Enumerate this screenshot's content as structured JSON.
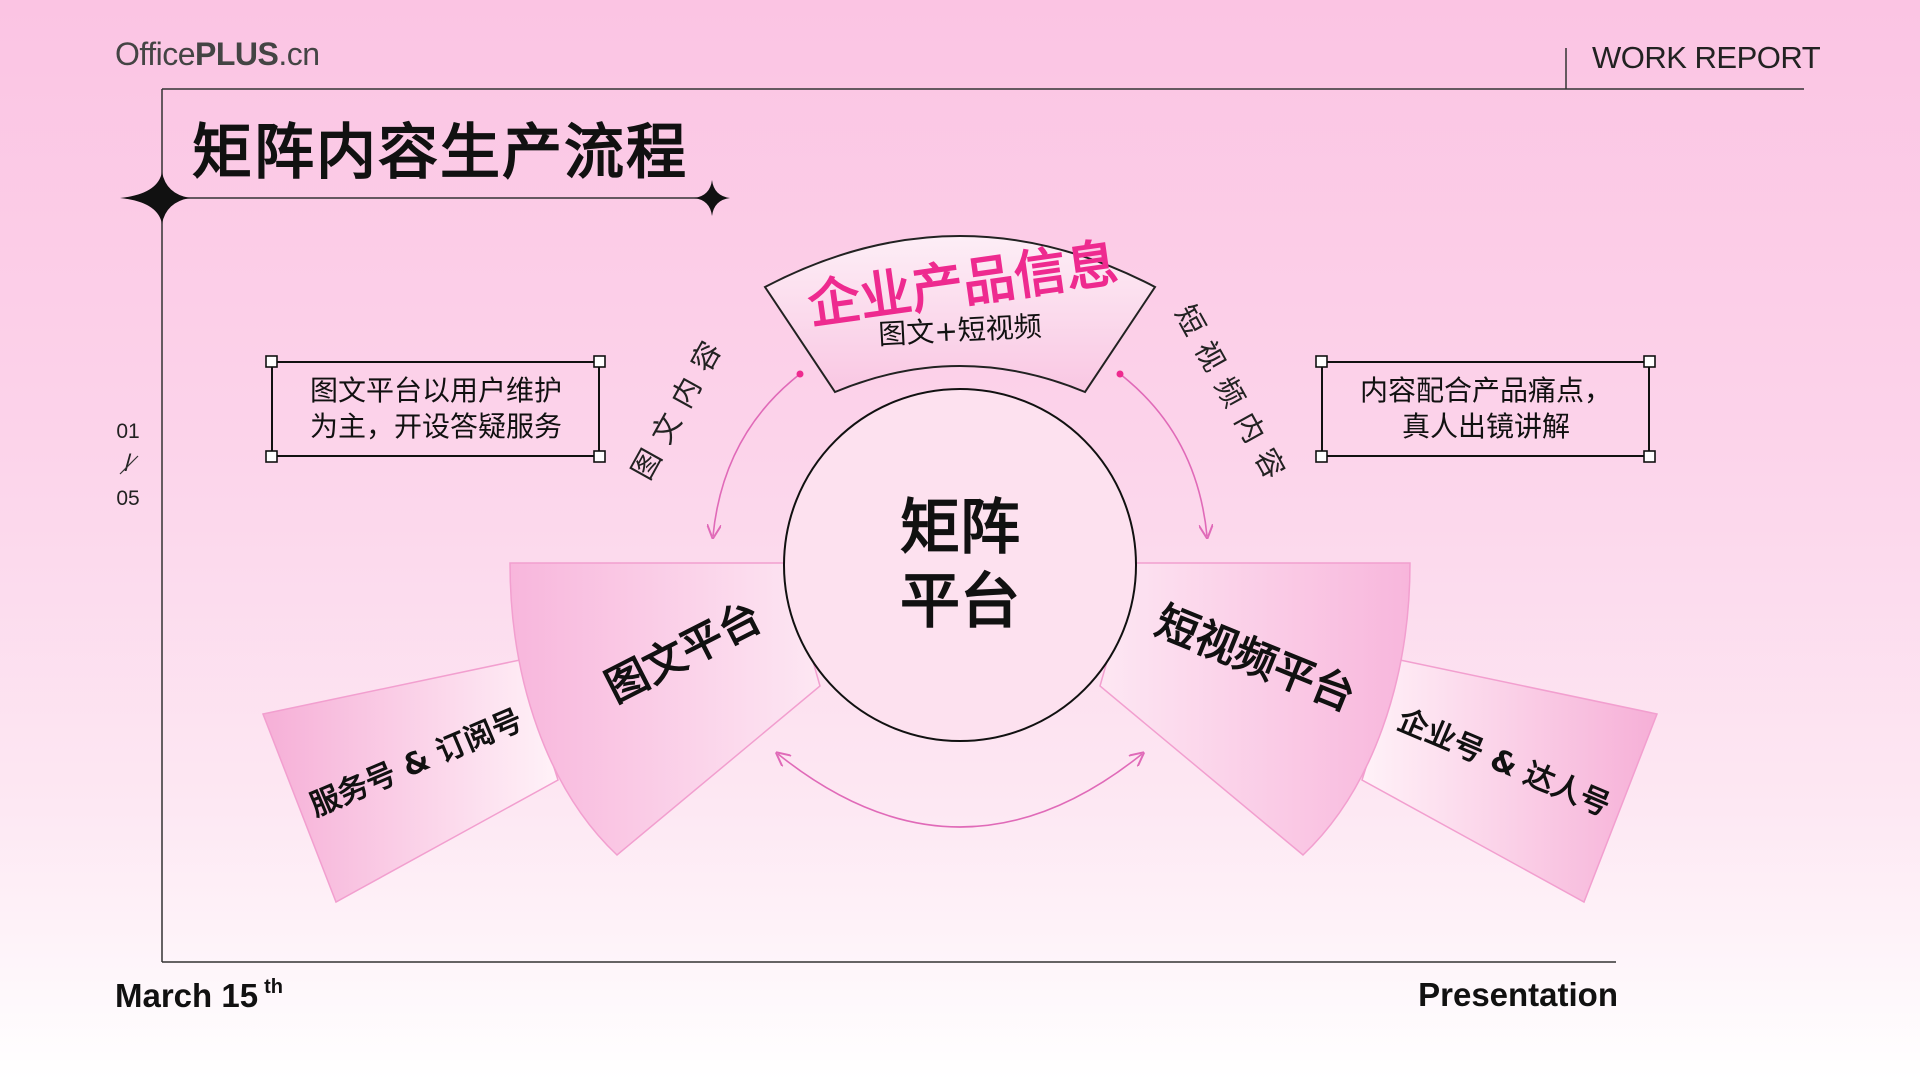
{
  "header": {
    "brand_light": "Office",
    "brand_bold": "PLUS",
    "brand_suffix": ".cn",
    "report_label": "WORK REPORT"
  },
  "title": "矩阵内容生产流程",
  "pagination": {
    "current": "01",
    "separator": "/",
    "total": "05"
  },
  "footer": {
    "date_text": "March 15",
    "date_suffix": "th",
    "right_label": "Presentation"
  },
  "diagram": {
    "center": [
      "矩阵",
      "平台"
    ],
    "top_card": {
      "title": "企业产品信息",
      "subtitle": "图文+短视频"
    },
    "left_arrow_label": "图文内容",
    "right_arrow_label": "短视频内容",
    "left_note": [
      "图文平台以用户维护",
      "为主，开设答疑服务"
    ],
    "right_note": [
      "内容配合产品痛点，",
      "真人出镜讲解"
    ],
    "left_platform": "图文平台",
    "left_sub": "服务号 & 订阅号",
    "right_platform": "短视频平台",
    "right_sub": "企业号 & 达人号"
  },
  "colors": {
    "accent": "#ee2a8f",
    "line": "#333333",
    "arrow": "#e06ab8",
    "background_top": "#fbc4e3"
  }
}
